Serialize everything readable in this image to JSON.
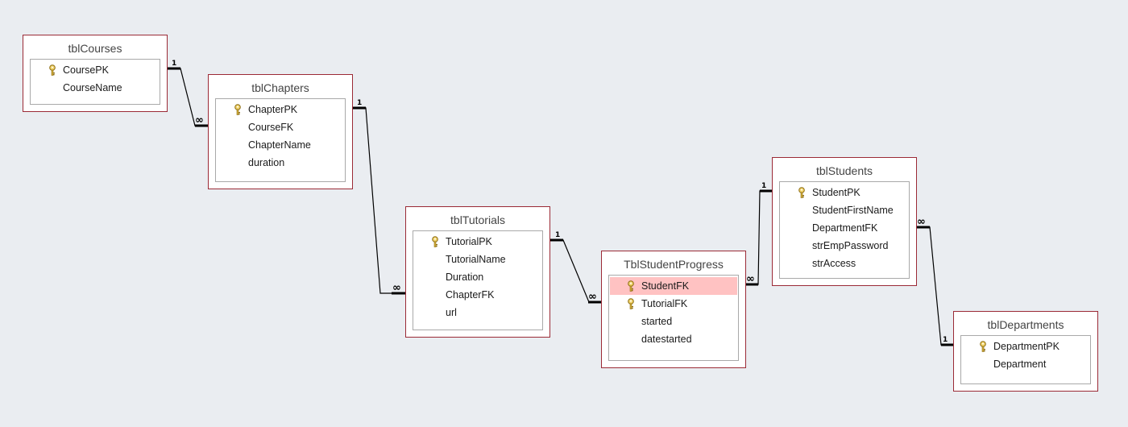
{
  "colors": {
    "background": "#eaedf1",
    "table_border": "#9b2a36",
    "field_box_border": "#a9a9a9",
    "selected_field": "#ffc2c2",
    "key_icon": "#d8b23a"
  },
  "tables": {
    "courses": {
      "title": "tblCourses",
      "fields": [
        {
          "name": "CoursePK",
          "key": true
        },
        {
          "name": "CourseName",
          "key": false
        }
      ]
    },
    "chapters": {
      "title": "tblChapters",
      "fields": [
        {
          "name": "ChapterPK",
          "key": true
        },
        {
          "name": "CourseFK",
          "key": false
        },
        {
          "name": "ChapterName",
          "key": false
        },
        {
          "name": "duration",
          "key": false
        }
      ]
    },
    "tutorials": {
      "title": "tblTutorials",
      "fields": [
        {
          "name": "TutorialPK",
          "key": true
        },
        {
          "name": "TutorialName",
          "key": false
        },
        {
          "name": "Duration",
          "key": false
        },
        {
          "name": "ChapterFK",
          "key": false
        },
        {
          "name": "url",
          "key": false
        }
      ]
    },
    "progress": {
      "title": "TblStudentProgress",
      "fields": [
        {
          "name": "StudentFK",
          "key": true,
          "selected": true
        },
        {
          "name": "TutorialFK",
          "key": true
        },
        {
          "name": "started",
          "key": false
        },
        {
          "name": "datestarted",
          "key": false
        }
      ]
    },
    "students": {
      "title": "tblStudents",
      "fields": [
        {
          "name": "StudentPK",
          "key": true
        },
        {
          "name": "StudentFirstName",
          "key": false
        },
        {
          "name": "DepartmentFK",
          "key": false
        },
        {
          "name": "strEmpPassword",
          "key": false
        },
        {
          "name": "strAccess",
          "key": false
        }
      ]
    },
    "departments": {
      "title": "tblDepartments",
      "fields": [
        {
          "name": "DepartmentPK",
          "key": true
        },
        {
          "name": "Department",
          "key": false
        }
      ]
    }
  },
  "relationships": [
    {
      "from_table": "tblCourses",
      "to_table": "tblChapters",
      "from_label": "1",
      "to_label": "∞"
    },
    {
      "from_table": "tblChapters",
      "to_table": "tblTutorials",
      "from_label": "1",
      "to_label": "∞"
    },
    {
      "from_table": "tblTutorials",
      "to_table": "TblStudentProgress",
      "from_label": "1",
      "to_label": "∞"
    },
    {
      "from_table": "tblStudents",
      "to_table": "TblStudentProgress",
      "from_label": "1",
      "to_label": "∞"
    },
    {
      "from_table": "tblDepartments",
      "to_table": "tblStudents",
      "from_label": "1",
      "to_label": "∞"
    }
  ]
}
